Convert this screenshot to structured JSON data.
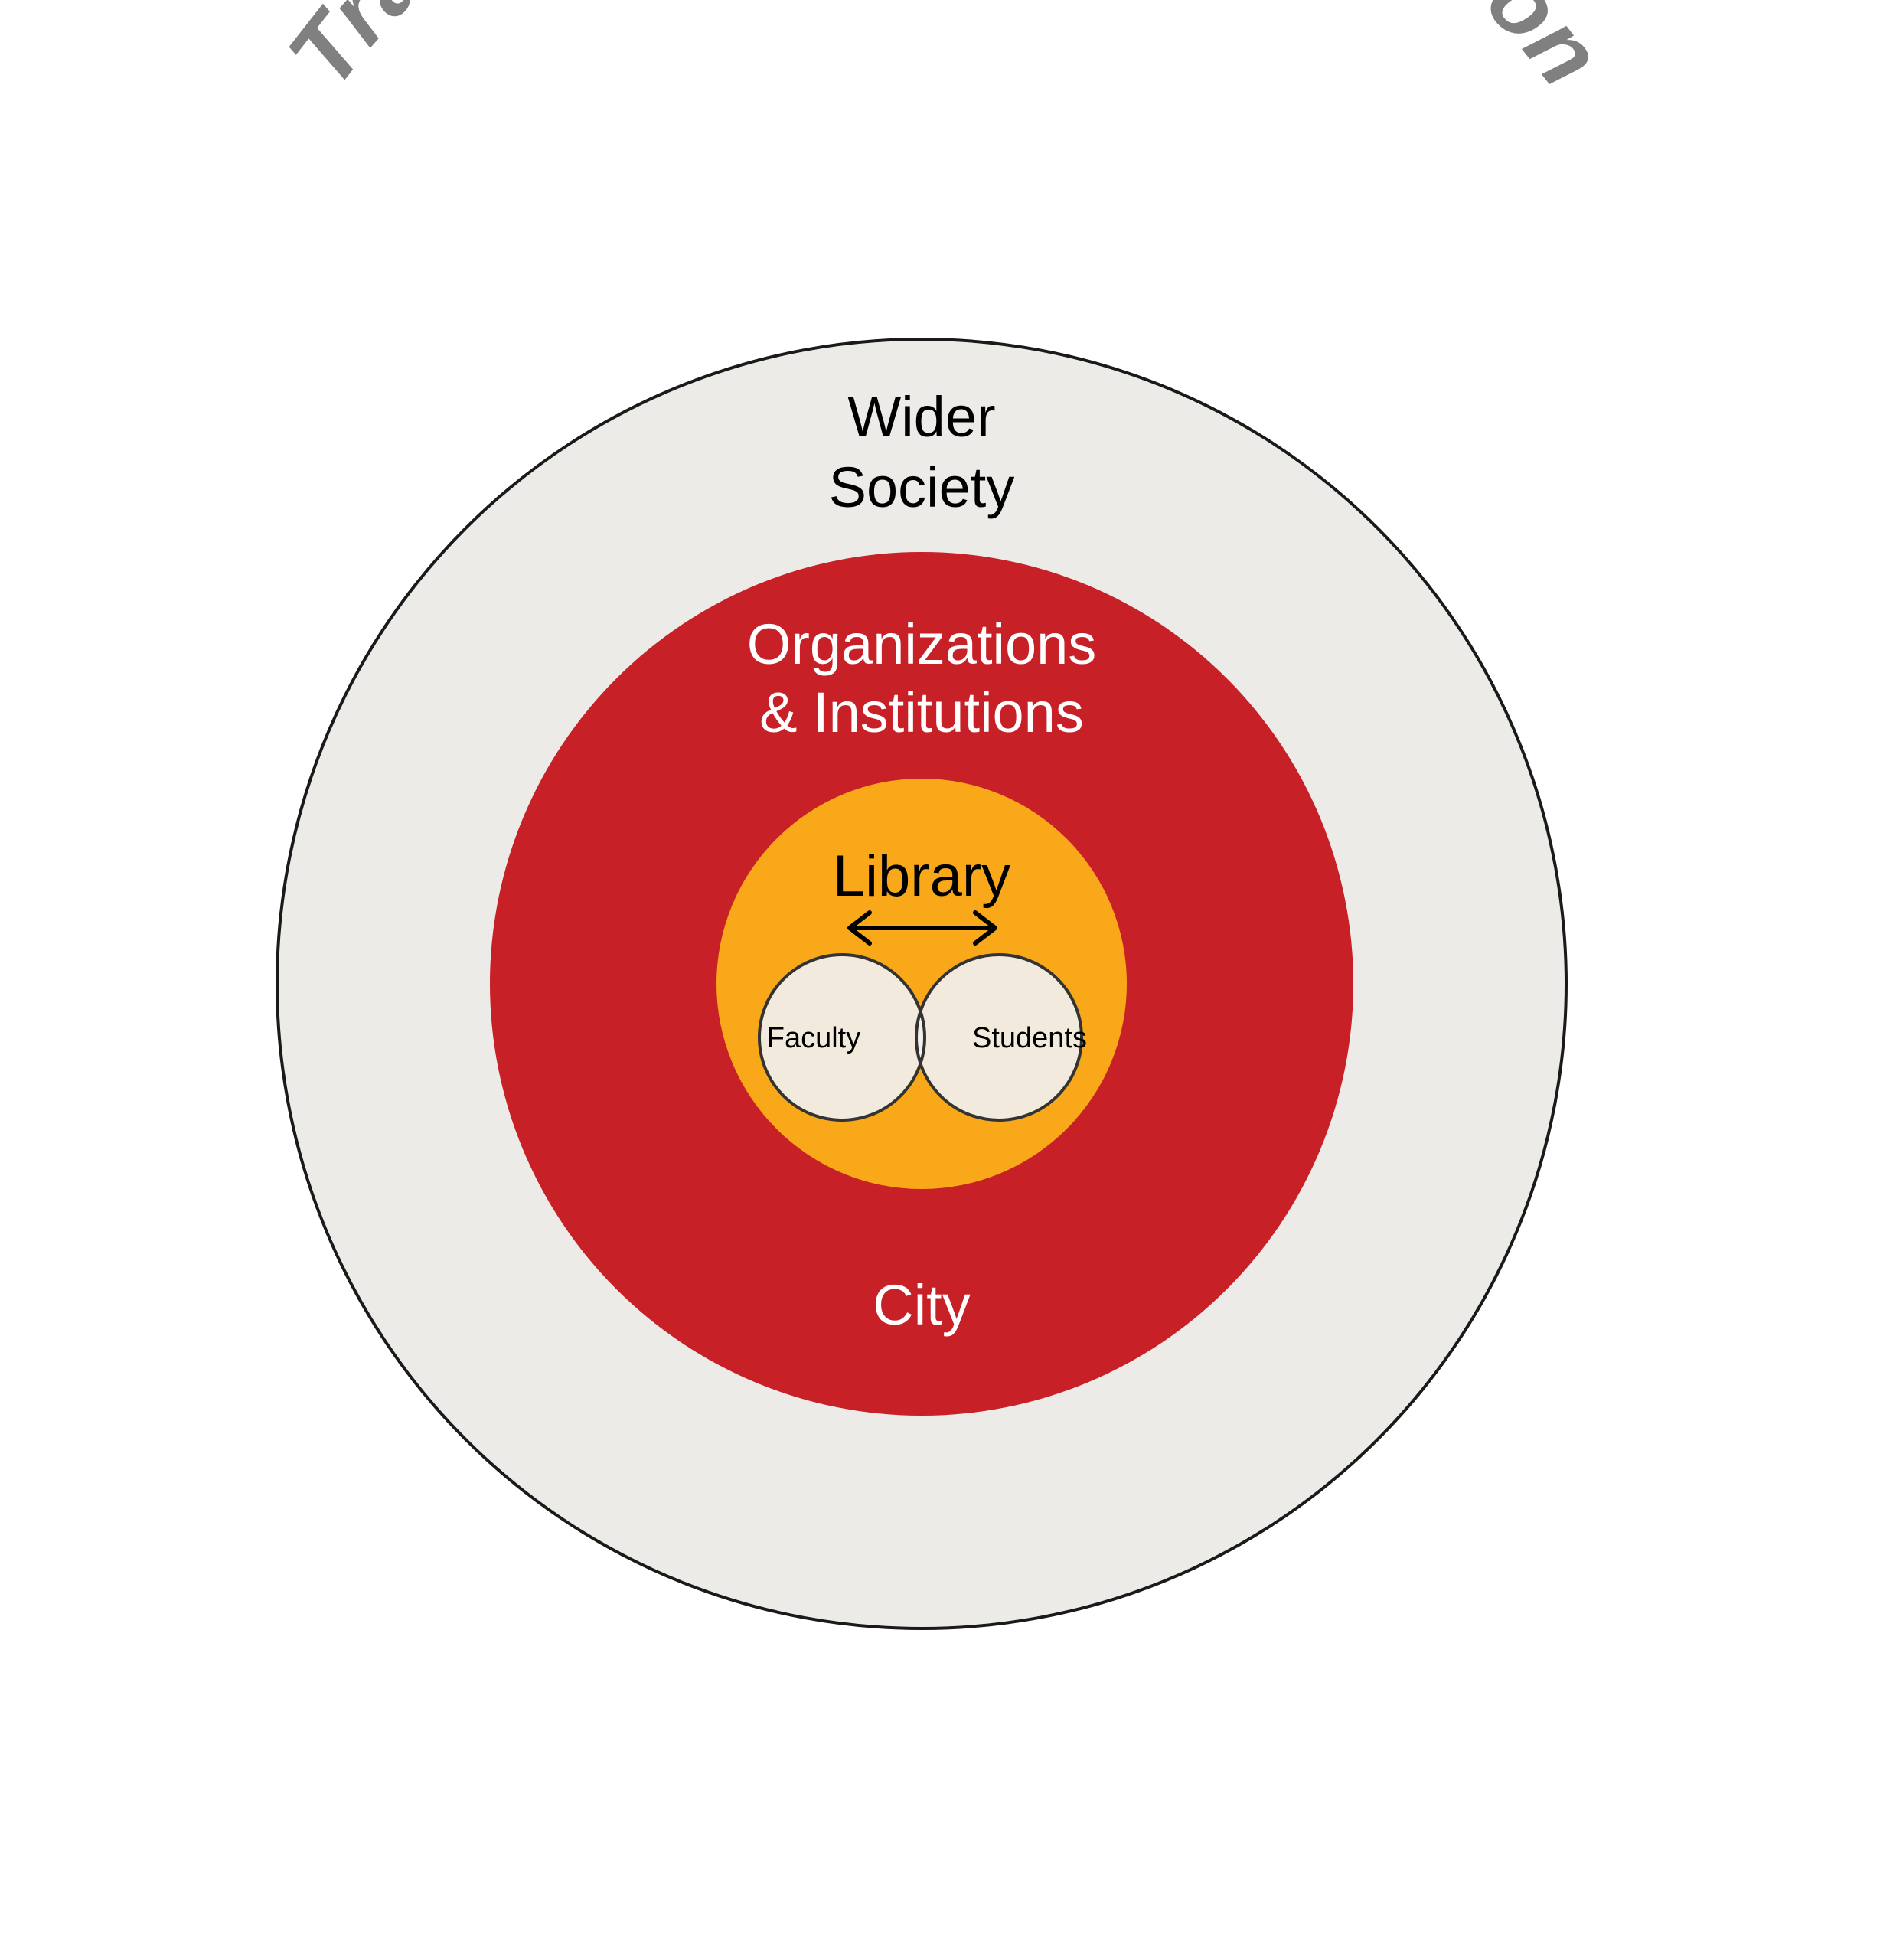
{
  "figure": {
    "kind": "concentric-circle-diagram",
    "background_color": "#FFFFFF",
    "arc_title": "Transdisciplinary Collaboration",
    "arc_title_color": "#808080"
  },
  "rings": {
    "outer": {
      "label": "Wider Society",
      "label_line1": "Wider",
      "label_line2": "Society",
      "fill": "#EDEBE7",
      "stroke": "#000000",
      "text_color": "#000000"
    },
    "middle": {
      "label": "Organizations & Institutions",
      "label_line1": "Organizations",
      "label_line2": "& Institutions",
      "secondary_label": "City",
      "fill": "#C72027",
      "text_color": "#FFFFFF"
    },
    "inner": {
      "label": "Library",
      "fill": "#F9A81A",
      "text_color": "#000000"
    }
  },
  "venn": {
    "left_label": "Faculty",
    "right_label": "Students",
    "circle_fill": "#F2EBDD",
    "overlap_fill": "#F2F1ED",
    "stroke": "#333333",
    "arrow_color": "#000000",
    "arrow_name": "double-headed-arrow"
  }
}
